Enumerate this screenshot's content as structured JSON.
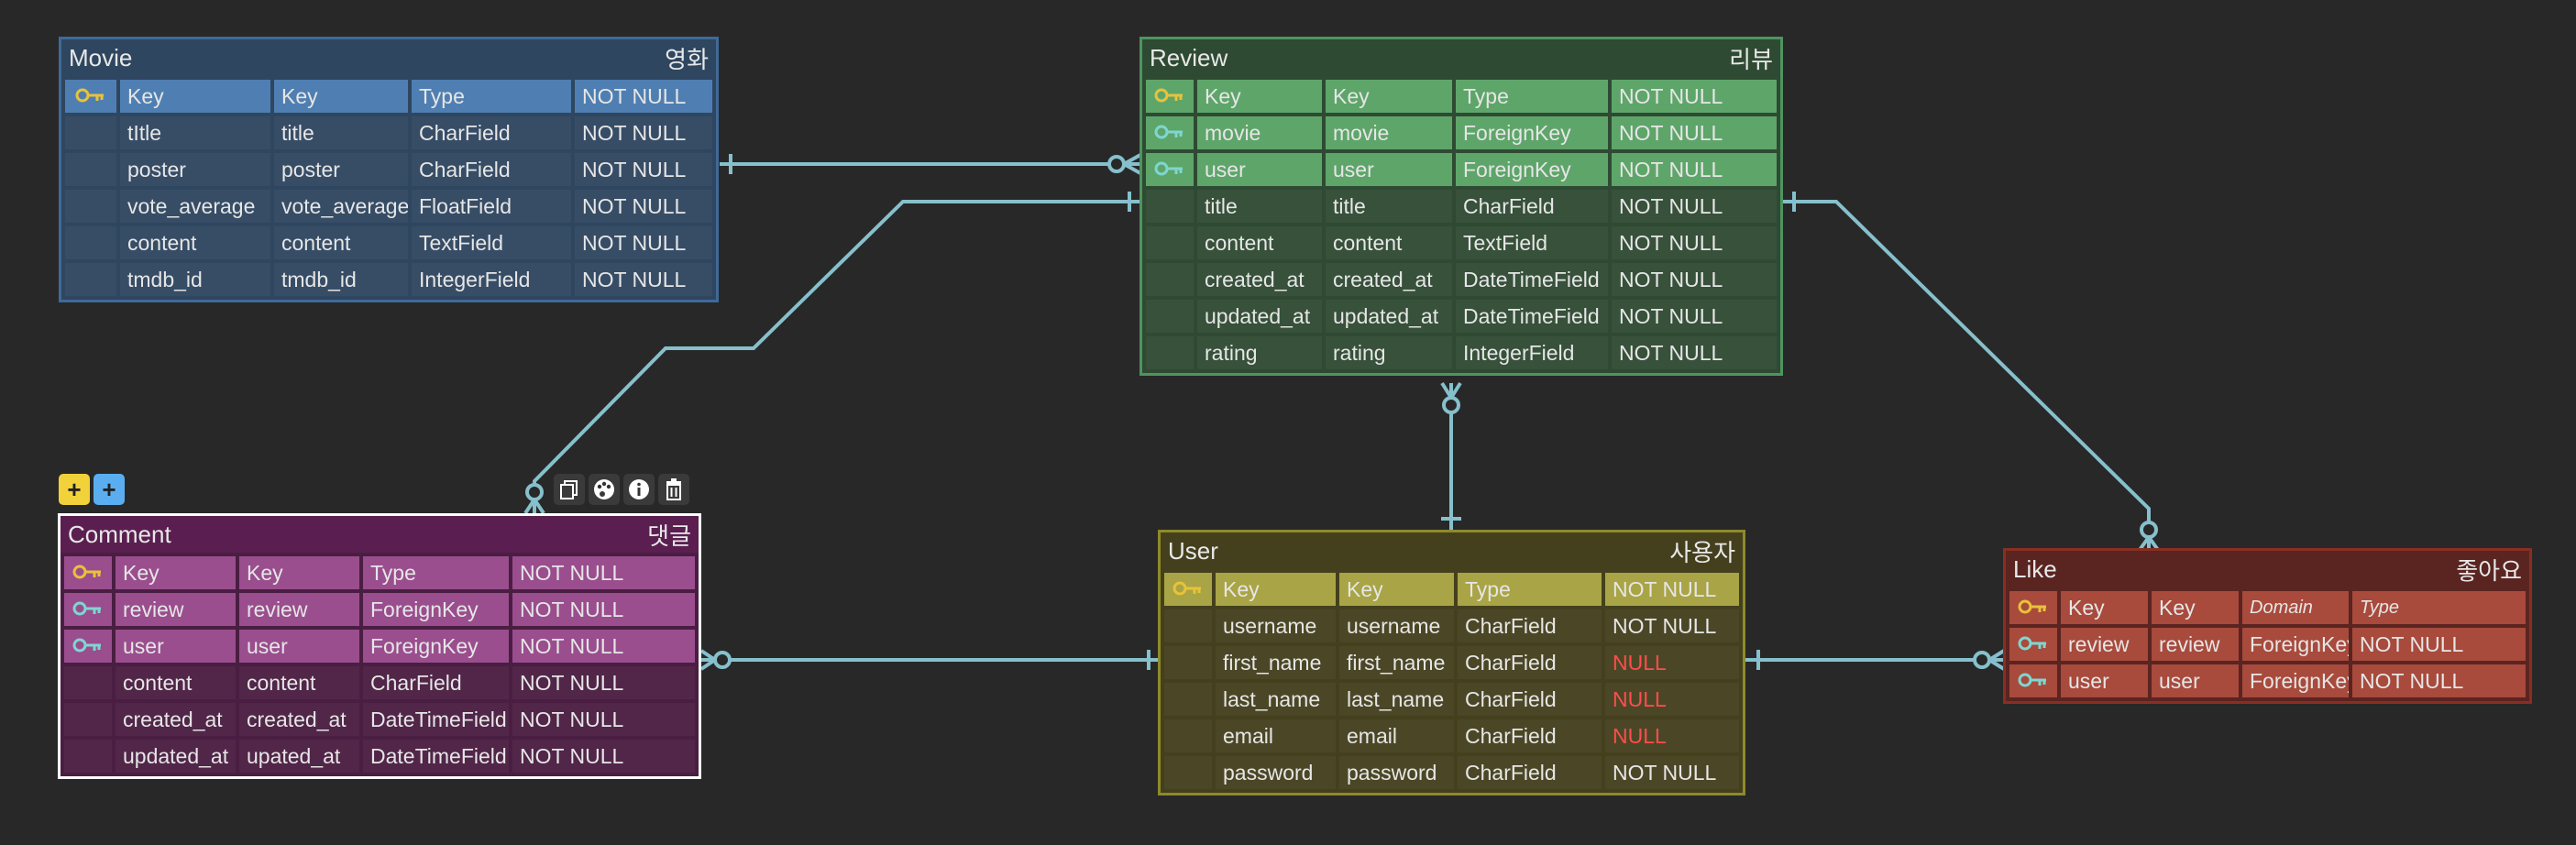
{
  "colors": {
    "line": "#86c0cc",
    "pk": "#e8c23a",
    "fk": "#7fd6d0"
  },
  "tables": {
    "movie": {
      "name": "Movie",
      "label": "영화",
      "header": [
        "Key",
        "Key",
        "Type",
        "NOT NULL"
      ],
      "rows": [
        [
          "tItle",
          "title",
          "CharField",
          "NOT NULL"
        ],
        [
          "poster",
          "poster",
          "CharField",
          "NOT NULL"
        ],
        [
          "vote_average",
          "vote_average",
          "FloatField",
          "NOT NULL"
        ],
        [
          "content",
          "content",
          "TextField",
          "NOT NULL"
        ],
        [
          "tmdb_id",
          "tmdb_id",
          "IntegerField",
          "NOT NULL"
        ]
      ]
    },
    "review": {
      "name": "Review",
      "label": "리뷰",
      "header": [
        "Key",
        "Key",
        "Type",
        "NOT NULL"
      ],
      "fk_rows": [
        [
          "movie",
          "movie",
          "ForeignKey",
          "NOT NULL"
        ],
        [
          "user",
          "user",
          "ForeignKey",
          "NOT NULL"
        ]
      ],
      "rows": [
        [
          "title",
          "title",
          "CharField",
          "NOT NULL"
        ],
        [
          "content",
          "content",
          "TextField",
          "NOT NULL"
        ],
        [
          "created_at",
          "created_at",
          "DateTimeField",
          "NOT NULL"
        ],
        [
          "updated_at",
          "updated_at",
          "DateTimeField",
          "NOT NULL"
        ],
        [
          "rating",
          "rating",
          "IntegerField",
          "NOT NULL"
        ]
      ]
    },
    "comment": {
      "name": "Comment",
      "label": "댓글",
      "header": [
        "Key",
        "Key",
        "Type",
        "NOT NULL"
      ],
      "fk_rows": [
        [
          "review",
          "review",
          "ForeignKey",
          "NOT NULL"
        ],
        [
          "user",
          "user",
          "ForeignKey",
          "NOT NULL"
        ]
      ],
      "rows": [
        [
          "content",
          "content",
          "CharField",
          "NOT NULL"
        ],
        [
          "created_at",
          "created_at",
          "DateTimeField",
          "NOT NULL"
        ],
        [
          "updated_at",
          "upated_at",
          "DateTimeField",
          "NOT NULL"
        ]
      ]
    },
    "user": {
      "name": "User",
      "label": "사용자",
      "header": [
        "Key",
        "Key",
        "Type",
        "NOT NULL"
      ],
      "rows": [
        [
          "username",
          "username",
          "CharField",
          "NOT NULL"
        ],
        [
          "first_name",
          "first_name",
          "CharField",
          "NULL"
        ],
        [
          "last_name",
          "last_name",
          "CharField",
          "NULL"
        ],
        [
          "email",
          "email",
          "CharField",
          "NULL"
        ],
        [
          "password",
          "password",
          "CharField",
          "NOT NULL"
        ]
      ]
    },
    "like": {
      "name": "Like",
      "label": "좋아요",
      "header": [
        "Key",
        "Key",
        "Domain",
        "Type"
      ],
      "fk_rows": [
        [
          "review",
          "review",
          "ForeignKey",
          "NOT NULL"
        ],
        [
          "user",
          "user",
          "ForeignKey",
          "NOT NULL"
        ]
      ]
    }
  },
  "toolbar": {
    "add1": "+",
    "add2": "+",
    "icons": [
      "copy-icon",
      "palette-icon",
      "info-icon",
      "trash-icon"
    ]
  }
}
